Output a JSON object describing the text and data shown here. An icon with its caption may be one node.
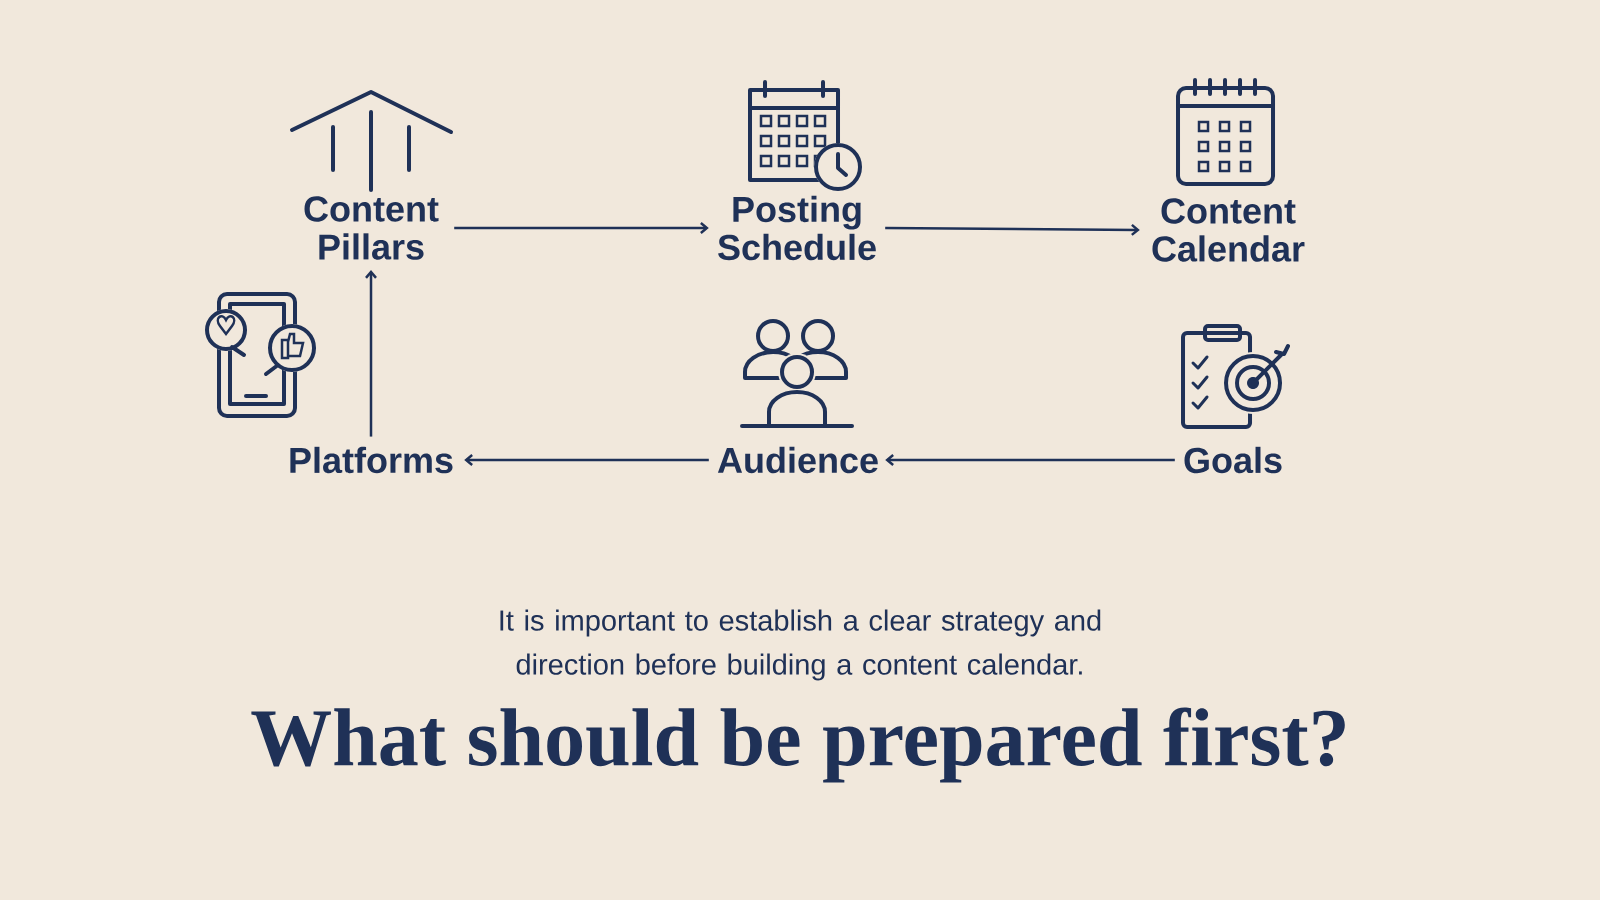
{
  "diagram": {
    "title": "What should be prepared first?",
    "caption": "It is important to establish a clear strategy and direction before building a content calendar.",
    "nodes": [
      {
        "text": [
          "Content Pillars"
        ]
      },
      {
        "text": [
          "Posting Schedule"
        ]
      },
      {
        "text": [
          "Content Calendar"
        ]
      },
      {
        "text": [
          "Platforms"
        ]
      },
      {
        "text": [
          "Audience"
        ]
      },
      {
        "text": [
          "Goals"
        ]
      }
    ],
    "edges": [
      {
        "from": 0,
        "to": 1,
        "arrow": "to"
      },
      {
        "from": 1,
        "to": 2,
        "arrow": "to"
      },
      {
        "from": 5,
        "to": 4,
        "arrow": "to"
      },
      {
        "from": 4,
        "to": 3,
        "arrow": "to"
      },
      {
        "from": 3,
        "to": 0,
        "arrow": "to"
      }
    ]
  }
}
